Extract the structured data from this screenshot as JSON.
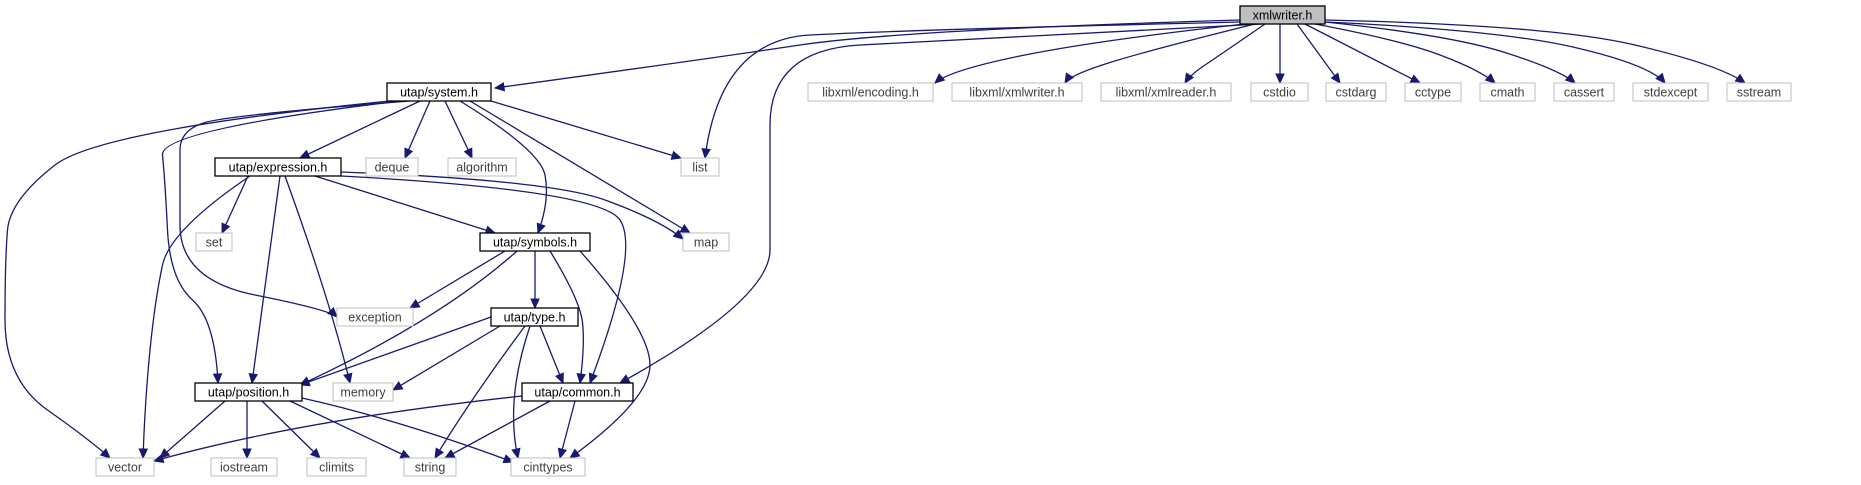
{
  "title": "",
  "colors": {
    "edge": "#191970",
    "root_fill": "#bfbfbf",
    "doc_border": "#000000",
    "ext_border": "#bfbfbf"
  },
  "nodes": [
    {
      "id": "xmlwriter_h",
      "label": "xmlwriter.h",
      "kind": "root"
    },
    {
      "id": "utap_system_h",
      "label": "utap/system.h",
      "kind": "documented"
    },
    {
      "id": "libxml_encoding_h",
      "label": "libxml/encoding.h",
      "kind": "external"
    },
    {
      "id": "libxml_xmlwriter_h",
      "label": "libxml/xmlwriter.h",
      "kind": "external"
    },
    {
      "id": "libxml_xmlreader_h",
      "label": "libxml/xmlreader.h",
      "kind": "external"
    },
    {
      "id": "cstdio",
      "label": "cstdio",
      "kind": "external"
    },
    {
      "id": "cstdarg",
      "label": "cstdarg",
      "kind": "external"
    },
    {
      "id": "cctype",
      "label": "cctype",
      "kind": "external"
    },
    {
      "id": "cmath",
      "label": "cmath",
      "kind": "external"
    },
    {
      "id": "cassert",
      "label": "cassert",
      "kind": "external"
    },
    {
      "id": "stdexcept",
      "label": "stdexcept",
      "kind": "external"
    },
    {
      "id": "sstream",
      "label": "sstream",
      "kind": "external"
    },
    {
      "id": "utap_expression_h",
      "label": "utap/expression.h",
      "kind": "documented"
    },
    {
      "id": "deque",
      "label": "deque",
      "kind": "external"
    },
    {
      "id": "algorithm",
      "label": "algorithm",
      "kind": "external"
    },
    {
      "id": "list",
      "label": "list",
      "kind": "external"
    },
    {
      "id": "set",
      "label": "set",
      "kind": "external"
    },
    {
      "id": "utap_symbols_h",
      "label": "utap/symbols.h",
      "kind": "documented"
    },
    {
      "id": "map",
      "label": "map",
      "kind": "external"
    },
    {
      "id": "exception",
      "label": "exception",
      "kind": "external"
    },
    {
      "id": "utap_type_h",
      "label": "utap/type.h",
      "kind": "documented"
    },
    {
      "id": "utap_position_h",
      "label": "utap/position.h",
      "kind": "documented"
    },
    {
      "id": "memory",
      "label": "memory",
      "kind": "external"
    },
    {
      "id": "utap_common_h",
      "label": "utap/common.h",
      "kind": "documented"
    },
    {
      "id": "vector",
      "label": "vector",
      "kind": "external"
    },
    {
      "id": "iostream",
      "label": "iostream",
      "kind": "external"
    },
    {
      "id": "climits",
      "label": "climits",
      "kind": "external"
    },
    {
      "id": "string",
      "label": "string",
      "kind": "external"
    },
    {
      "id": "cinttypes",
      "label": "cinttypes",
      "kind": "external"
    }
  ],
  "edges": [
    [
      "xmlwriter_h",
      "utap_system_h"
    ],
    [
      "xmlwriter_h",
      "list"
    ],
    [
      "xmlwriter_h",
      "utap_common_h"
    ],
    [
      "xmlwriter_h",
      "libxml_encoding_h"
    ],
    [
      "xmlwriter_h",
      "libxml_xmlwriter_h"
    ],
    [
      "xmlwriter_h",
      "libxml_xmlreader_h"
    ],
    [
      "xmlwriter_h",
      "cstdio"
    ],
    [
      "xmlwriter_h",
      "cstdarg"
    ],
    [
      "xmlwriter_h",
      "cctype"
    ],
    [
      "xmlwriter_h",
      "cmath"
    ],
    [
      "xmlwriter_h",
      "cassert"
    ],
    [
      "xmlwriter_h",
      "stdexcept"
    ],
    [
      "xmlwriter_h",
      "sstream"
    ],
    [
      "utap_system_h",
      "utap_expression_h"
    ],
    [
      "utap_system_h",
      "deque"
    ],
    [
      "utap_system_h",
      "algorithm"
    ],
    [
      "utap_system_h",
      "list"
    ],
    [
      "utap_system_h",
      "map"
    ],
    [
      "utap_system_h",
      "utap_symbols_h"
    ],
    [
      "utap_system_h",
      "exception"
    ],
    [
      "utap_system_h",
      "utap_position_h"
    ],
    [
      "utap_system_h",
      "vector"
    ],
    [
      "utap_expression_h",
      "set"
    ],
    [
      "utap_expression_h",
      "utap_symbols_h"
    ],
    [
      "utap_expression_h",
      "map"
    ],
    [
      "utap_expression_h",
      "utap_common_h"
    ],
    [
      "utap_expression_h",
      "memory"
    ],
    [
      "utap_expression_h",
      "utap_position_h"
    ],
    [
      "utap_expression_h",
      "vector"
    ],
    [
      "utap_symbols_h",
      "exception"
    ],
    [
      "utap_symbols_h",
      "utap_type_h"
    ],
    [
      "utap_symbols_h",
      "utap_position_h"
    ],
    [
      "utap_symbols_h",
      "utap_common_h"
    ],
    [
      "utap_symbols_h",
      "cinttypes"
    ],
    [
      "utap_type_h",
      "utap_position_h"
    ],
    [
      "utap_type_h",
      "memory"
    ],
    [
      "utap_type_h",
      "utap_common_h"
    ],
    [
      "utap_type_h",
      "string"
    ],
    [
      "utap_type_h",
      "cinttypes"
    ],
    [
      "utap_position_h",
      "vector"
    ],
    [
      "utap_position_h",
      "iostream"
    ],
    [
      "utap_position_h",
      "climits"
    ],
    [
      "utap_position_h",
      "string"
    ],
    [
      "utap_position_h",
      "cinttypes"
    ],
    [
      "utap_common_h",
      "vector"
    ],
    [
      "utap_common_h",
      "string"
    ],
    [
      "utap_common_h",
      "cinttypes"
    ]
  ]
}
